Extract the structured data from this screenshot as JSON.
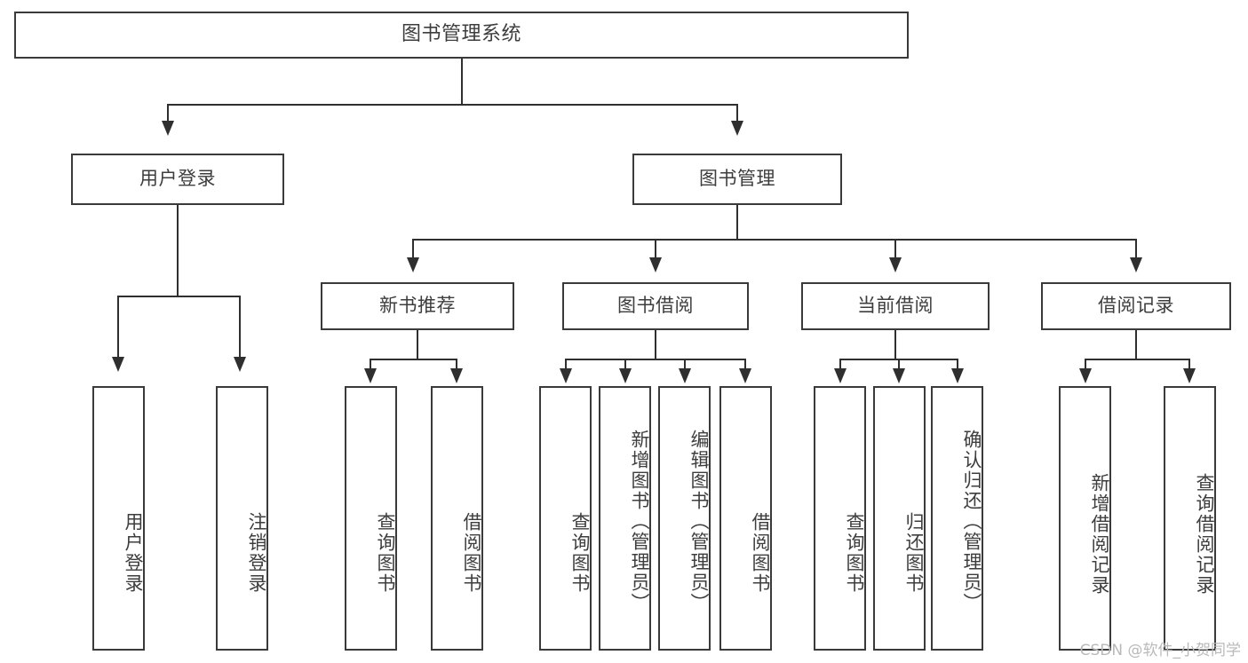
{
  "diagram": {
    "title": "图书管理系统",
    "type": "tree",
    "root": {
      "label": "图书管理系统"
    },
    "level2": [
      {
        "label": "用户登录"
      },
      {
        "label": "图书管理"
      }
    ],
    "level3": [
      {
        "label": "新书推荐"
      },
      {
        "label": "图书借阅"
      },
      {
        "label": "当前借阅"
      },
      {
        "label": "借阅记录"
      }
    ],
    "leaves": {
      "user_login": [
        {
          "label": "用户登录"
        },
        {
          "label": "注销登录"
        }
      ],
      "new_book_recommend": [
        {
          "label": "查询图书"
        },
        {
          "label": "借阅图书"
        }
      ],
      "book_borrow": [
        {
          "label": "查询图书"
        },
        {
          "label": "新增图书（管理员）"
        },
        {
          "label": "编辑图书（管理员）"
        },
        {
          "label": "借阅图书"
        }
      ],
      "current_borrow": [
        {
          "label": "查询图书"
        },
        {
          "label": "归还图书"
        },
        {
          "label": "确认归还（管理员）"
        }
      ],
      "borrow_record": [
        {
          "label": "新增借阅记录"
        },
        {
          "label": "查询借阅记录"
        }
      ]
    }
  },
  "watermark": {
    "text": "CSDN @软件_小贺同学"
  },
  "colors": {
    "stroke": "#3a3a3a",
    "text": "#3d3d3d",
    "background": "#ffffff",
    "watermark": "#b9b9b9"
  }
}
